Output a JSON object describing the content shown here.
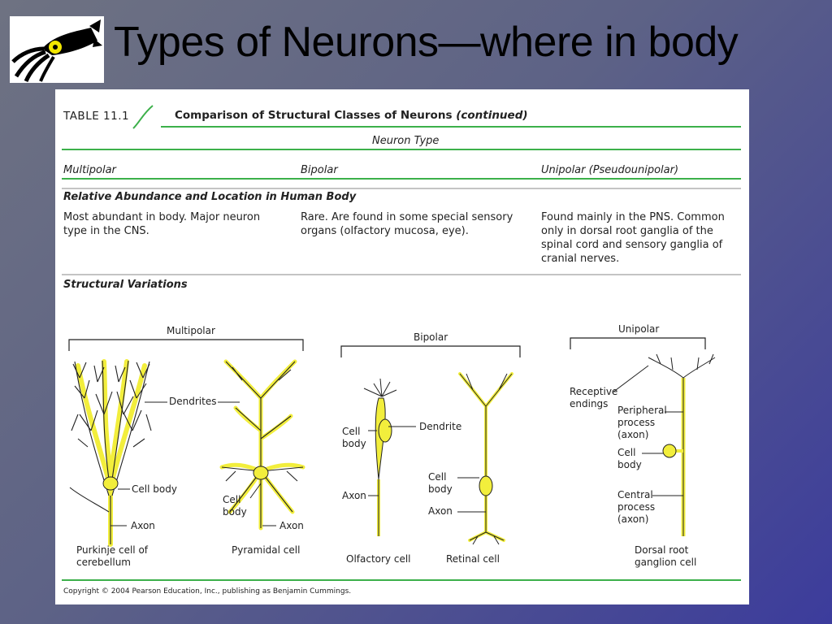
{
  "slide": {
    "title": "Types of Neurons—where in body"
  },
  "table": {
    "label": "TABLE 11.1",
    "title": "Comparison of Structural Classes of Neurons",
    "title_suffix": "(continued)",
    "neuron_type_header": "Neuron Type",
    "columns": [
      "Multipolar",
      "Bipolar",
      "Unipolar (Pseudounipolar)"
    ],
    "section_abundance": "Relative Abundance and Location in Human Body",
    "abundance": [
      "Most abundant in body. Major neuron type in the CNS.",
      "Rare. Are found in some special sensory organs (olfactory mucosa, eye).",
      "Found mainly in the PNS. Common only in dorsal root ganglia of the spinal cord and sensory ganglia of cranial nerves."
    ],
    "section_structural": "Structural Variations",
    "copyright": "Copyright © 2004 Pearson Education, Inc., publishing as Benjamin Cummings."
  },
  "figure": {
    "group_multipolar": "Multipolar",
    "group_bipolar": "Bipolar",
    "group_unipolar": "Unipolar",
    "dendrites": "Dendrites",
    "cell_body": "Cell body",
    "cell": "Cell",
    "body": "body",
    "axon": "Axon",
    "dendrite": "Dendrite",
    "purkinje_1": "Purkinje cell of",
    "purkinje_2": "cerebellum",
    "pyramidal": "Pyramidal cell",
    "olfactory": "Olfactory cell",
    "retinal": "Retinal cell",
    "receptive_1": "Receptive",
    "receptive_2": "endings",
    "peripheral_1": "Peripheral",
    "peripheral_2": "process",
    "peripheral_3": "(axon)",
    "central_1": "Central",
    "central_2": "process",
    "central_3": "(axon)",
    "drg_1": "Dorsal root",
    "drg_2": "ganglion cell"
  },
  "colors": {
    "accent_green": "#3cb04a",
    "neuron_yellow": "#f2ee3c",
    "slide_bg": "#5d6286"
  }
}
